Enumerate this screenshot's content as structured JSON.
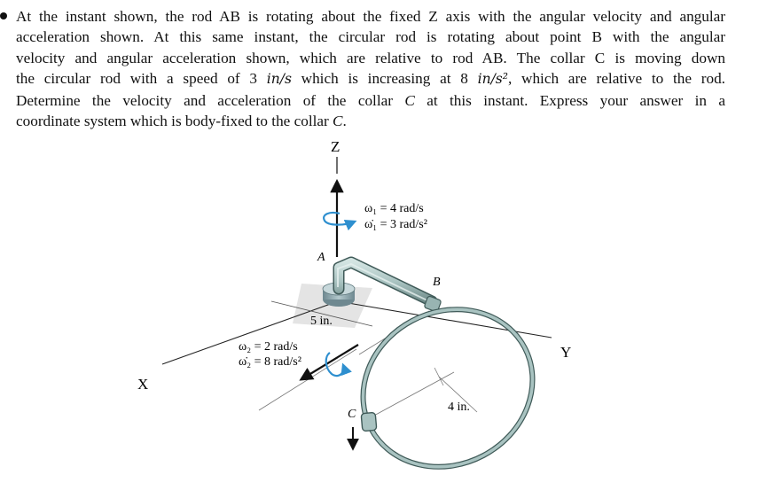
{
  "problem": {
    "line1": "At the instant shown, the rod AB is rotating about the fixed Z axis with the angular velocity and angular",
    "line2": "acceleration shown.  At this same instant, the circular rod is rotating about point B with the angular",
    "line3": "velocity and angular acceleration shown, which are relative to rod AB.  The collar C is moving down",
    "line4_a": "the circular rod with a speed of 3 ",
    "line4_unit": "in/s",
    "line4_b": " which is increasing at  8 ",
    "line4_unit2": "in/s²",
    "line4_c": ", which are relative to the rod.",
    "line5_a": "Determine the velocity and acceleration of the collar ",
    "line5_c": "C",
    "line5_b": " at this instant. Express your answer in a",
    "line6_a": "coordinate system which is body-fixed to the collar ",
    "line6_c": "C",
    "line6_b": "."
  },
  "figure": {
    "axis_z": "Z",
    "axis_x": "X",
    "axis_y": "Y",
    "point_a": "A",
    "point_b": "B",
    "point_c": "C",
    "omega1": "ω₁ = 4 rad/s",
    "omega1_dot": "ω̇₁ = 3 rad/s²",
    "omega2": "ω₂ = 2 rad/s",
    "omega2_dot": "ω̇₂ = 8 rad/s²",
    "dim_5in": "5 in.",
    "dim_4in": "4 in.",
    "colors": {
      "rod_fill": "#a9c3c1",
      "rod_stroke": "#3f5a58",
      "base_fill": "#8aa3a8",
      "spin_arrow": "#2e8fcf",
      "line": "#222222"
    }
  }
}
